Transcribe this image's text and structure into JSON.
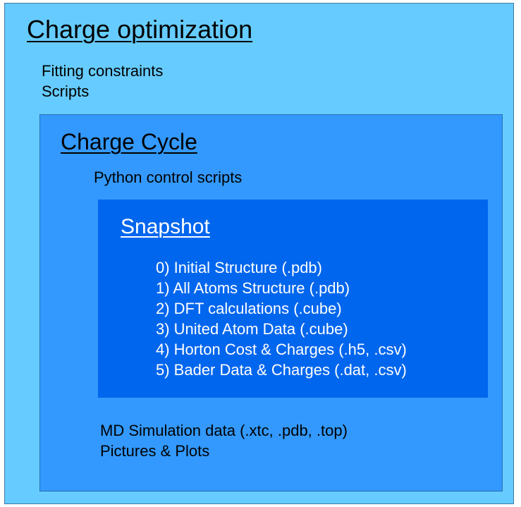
{
  "charge_optimization": {
    "title": "Charge optimization",
    "items": [
      "Fitting constraints",
      "Scripts"
    ],
    "color": "#66ccff"
  },
  "charge_cycle": {
    "title": "Charge Cycle",
    "subtitle": "Python control scripts",
    "items": [
      "MD Simulation data (.xtc, .pdb, .top)",
      "Pictures & Plots"
    ],
    "color": "#3399ff"
  },
  "snapshot": {
    "title": "Snapshot",
    "items": [
      "0) Initial Structure (.pdb)",
      "1) All Atoms Structure (.pdb)",
      "2) DFT calculations (.cube)",
      "3) United Atom Data (.cube)",
      "4) Horton Cost & Charges (.h5, .csv)",
      "5) Bader Data & Charges (.dat, .csv)"
    ],
    "color": "#0066ee"
  }
}
